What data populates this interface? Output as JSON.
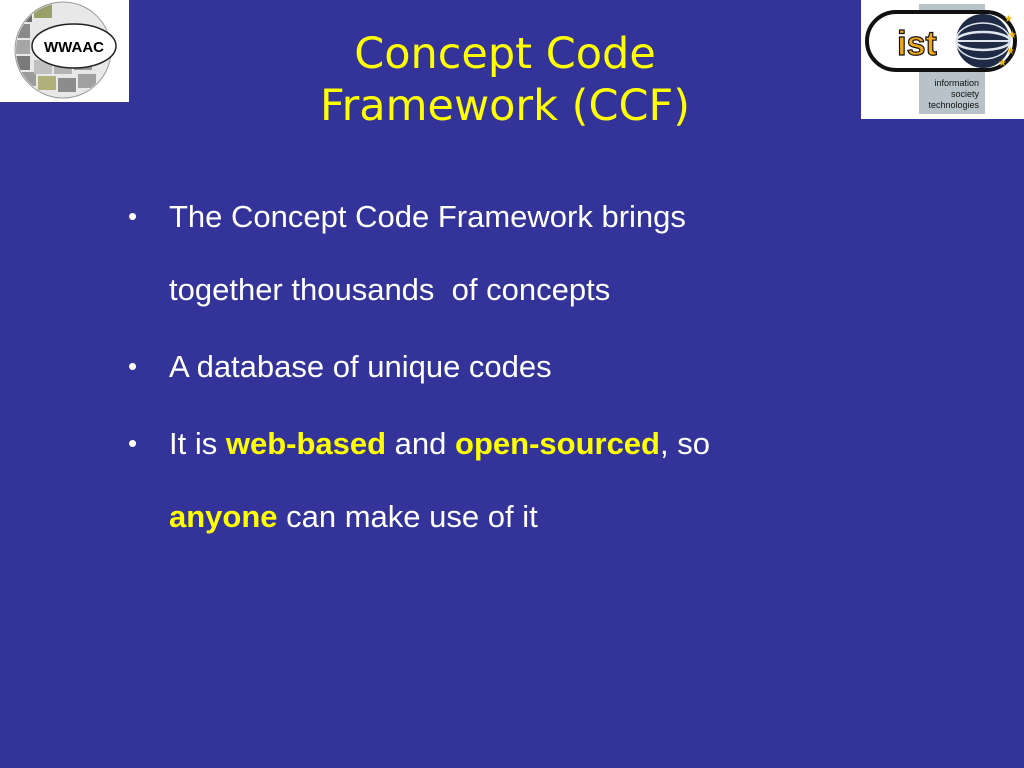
{
  "logos": {
    "left": {
      "text": "WWAAC"
    },
    "right": {
      "mark": "ist",
      "tagline_lines": [
        "information",
        "society",
        "technologies"
      ]
    }
  },
  "title": {
    "line1": "Concept Code",
    "line2": "Framework (CCF)"
  },
  "bullets": {
    "item1": {
      "line1": "The Concept Code Framework brings",
      "line2": "together thousands  of concepts"
    },
    "item2": {
      "text": "A database of unique codes"
    },
    "item3": {
      "p1": "It is ",
      "h1": "web-based",
      "p2": " and ",
      "h2": "open-sourced",
      "p3": ", so",
      "h3": "anyone",
      "p4": " can make use of it"
    }
  },
  "colors": {
    "background": "#333399",
    "title": "#ffff00",
    "body_text": "#ffffff",
    "highlight": "#ffff00"
  }
}
